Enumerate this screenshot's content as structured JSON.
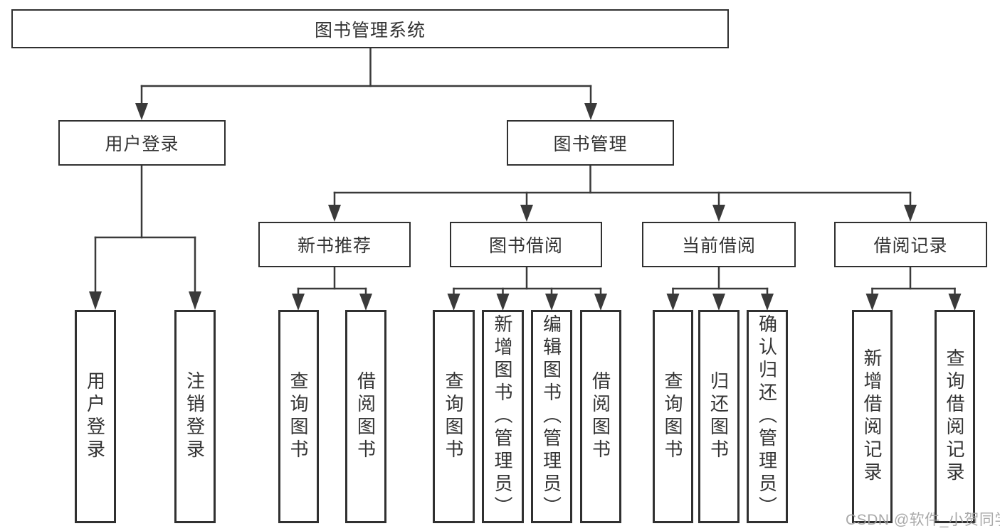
{
  "diagram": {
    "type": "hierarchy-tree",
    "background_color": "#ffffff",
    "line_color": "#3a3a3a",
    "box_border_color": "#303030",
    "text_color": "#333333",
    "root": {
      "label": "图书管理系统",
      "children": [
        {
          "label": "用户登录",
          "children": [
            {
              "label": "用户登录"
            },
            {
              "label": "注销登录"
            }
          ]
        },
        {
          "label": "图书管理",
          "children": [
            {
              "label": "新书推荐",
              "children": [
                {
                  "label": "查询图书"
                },
                {
                  "label": "借阅图书"
                }
              ]
            },
            {
              "label": "图书借阅",
              "children": [
                {
                  "label": "查询图书"
                },
                {
                  "label": "新增图书（管理员）"
                },
                {
                  "label": "编辑图书（管理员）"
                },
                {
                  "label": "借阅图书"
                }
              ]
            },
            {
              "label": "当前借阅",
              "children": [
                {
                  "label": "查询图书"
                },
                {
                  "label": "归还图书"
                },
                {
                  "label": "确认归还（管理员）"
                }
              ]
            },
            {
              "label": "借阅记录",
              "children": [
                {
                  "label": "新增借阅记录"
                },
                {
                  "label": "查询借阅记录"
                }
              ]
            }
          ]
        }
      ]
    }
  },
  "watermark": {
    "text": "CSDN @软件_小贺同学",
    "color": "#a2a2a2"
  }
}
